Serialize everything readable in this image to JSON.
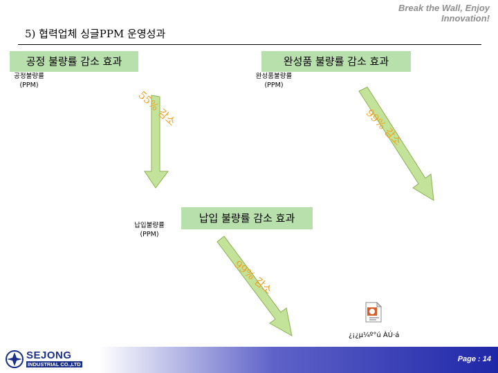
{
  "header": {
    "tagline": "Break the Wall, Enjoy Innovation!",
    "title": "5) 협력업체 싱글PPM 운영성과"
  },
  "sections": {
    "process": {
      "box_label": "공정 불량률 감소 효과",
      "axis_label_line1": "공정불량률",
      "axis_label_line2": "(PPM)",
      "reduction": "55% 감소"
    },
    "finished": {
      "box_label": "완성품 불량률 감소 효과",
      "axis_label_line1": "완성품불량률",
      "axis_label_line2": "(PPM)",
      "reduction": "99% 감소"
    },
    "incoming": {
      "box_label": "납입 불량률 감소 효과",
      "axis_label_line1": "납입불량률",
      "axis_label_line2": "(PPM)",
      "reduction": "99% 감소"
    }
  },
  "embedded_object": {
    "icon": "presentation-file-icon",
    "caption": "¿¡¿µ¼º°ú ÀÚ·á"
  },
  "footer": {
    "logo_name": "SEJONG",
    "logo_sub": "INDUSTRIAL CO.,LTD",
    "page_label": "Page : 14"
  },
  "colors": {
    "green_box": "#b7e0ac",
    "arrow_fill": "#c4e39a",
    "arrow_stroke": "#8bb050",
    "reduction_text": "#f0a020",
    "footer_blue": "#1f27a8"
  }
}
